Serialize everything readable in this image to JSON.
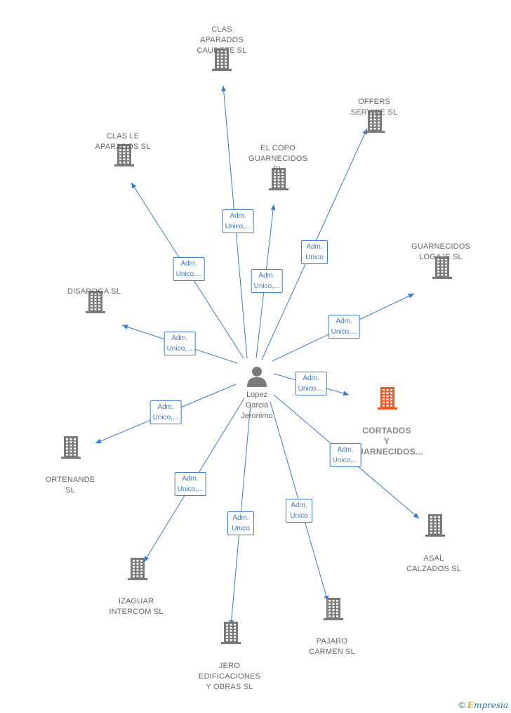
{
  "center": {
    "name": "Lopez\nGarcia\nJeronimo",
    "icon": "person-icon"
  },
  "companies": [
    {
      "id": "clas-aparados-caudete",
      "name": "CLAS\nAPARADOS\nCAUDETE  SL",
      "relation": "Adm.\nUnico,..."
    },
    {
      "id": "offers-service",
      "name": "OFFERS\nSERVICE SL",
      "relation": "Adm.\nUnico"
    },
    {
      "id": "clas-le-aparados",
      "name": "CLAS LE\nAPARADOS SL",
      "relation": "Adm.\nUnico,..."
    },
    {
      "id": "el-copo-guarnecidos",
      "name": "EL COPO\nGUARNECIDOS\nSL",
      "relation": "Adm.\nUnico,..."
    },
    {
      "id": "guarnecidos-logaje",
      "name": "GUARNECIDOS\nLOGAJE  SL",
      "relation": "Adm.\nUnico,..."
    },
    {
      "id": "disaroga",
      "name": "DISAROGA  SL",
      "relation": "Adm.\nUnico,..."
    },
    {
      "id": "cortados-guarnecidos",
      "name": "CORTADOS\nY\nGUARNECIDOS...",
      "relation": "Adm.\nUnico,...",
      "highlight": true
    },
    {
      "id": "ortenande",
      "name": "ORTENANDE\nSL",
      "relation": "Adm.\nUnico,..."
    },
    {
      "id": "asal-calzados",
      "name": "ASAL\nCALZADOS  SL",
      "relation": "Adm.\nUnico,..."
    },
    {
      "id": "izaguar-intercom",
      "name": "IZAGUAR\nINTERCOM  SL",
      "relation": "Adm.\nUnico,..."
    },
    {
      "id": "pajaro-carmen",
      "name": "PAJARO\nCARMEN SL",
      "relation": "Adm.\nUnico"
    },
    {
      "id": "jero-edificaciones",
      "name": "JERO\nEDIFICACIONES\nY OBRAS SL",
      "relation": "Adm.\nUnico"
    }
  ],
  "colors": {
    "edge": "#3a7bd5",
    "building": "#7a7a7a",
    "highlight": "#f05a28",
    "text": "#666666"
  },
  "brand": {
    "symbol": "©",
    "initial": "E",
    "rest": "mpresia"
  }
}
